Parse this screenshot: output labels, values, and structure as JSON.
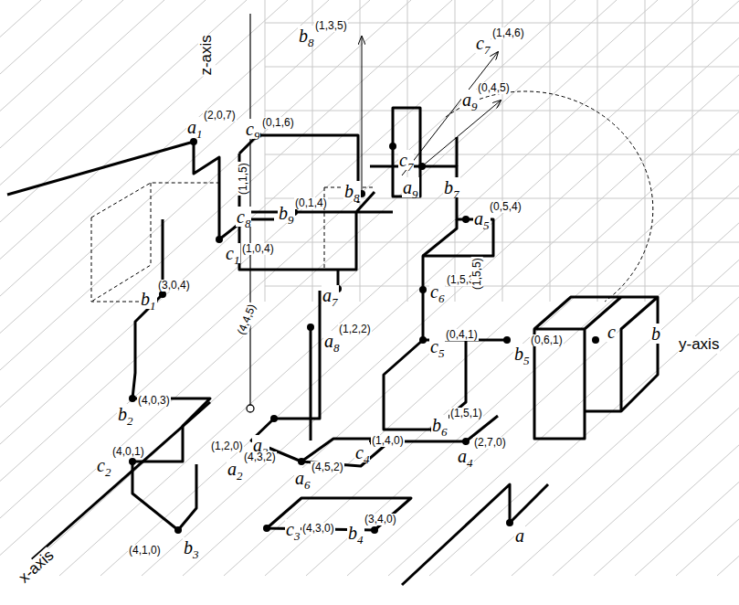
{
  "diagram": {
    "labels": [
      "z-axis",
      "y-axis",
      "x-axis",
      "a1",
      "(2,0,7)",
      "c1",
      "(1,0,4)",
      "b1",
      "(3,0,4)",
      "b2",
      "(4,0,3)",
      "c2",
      "(4,0,1)",
      "(4,1,0)",
      "b3",
      "(1,2,0)",
      "a3",
      "a2",
      "(4,3,2)",
      "a6",
      "(4,5,2)",
      "c4",
      "(1,4,0)",
      "a4",
      "(2,7,0)",
      "b4",
      "(3,4,0)",
      "c3",
      "(4,3,0)",
      "a",
      "b",
      "c",
      "b5",
      "(0,6,1)",
      "b6",
      "(1,5,1)",
      "c5",
      "(0,4,1)",
      "c6",
      "(1,5,3)",
      "a5",
      "(0,5,4)",
      "(1,5,5)",
      "b7",
      "a9",
      "a9",
      "(0,4,5)",
      "c7",
      "c7",
      "(1,4,6)",
      "b8",
      "b8",
      "(1,3,5)",
      "c9",
      "(0,1,6)",
      "b9",
      "(0,1,4)",
      "c8",
      "(1,1,5)",
      "a7",
      "a8",
      "(1,2,2)",
      "(4,4,5)"
    ]
  }
}
